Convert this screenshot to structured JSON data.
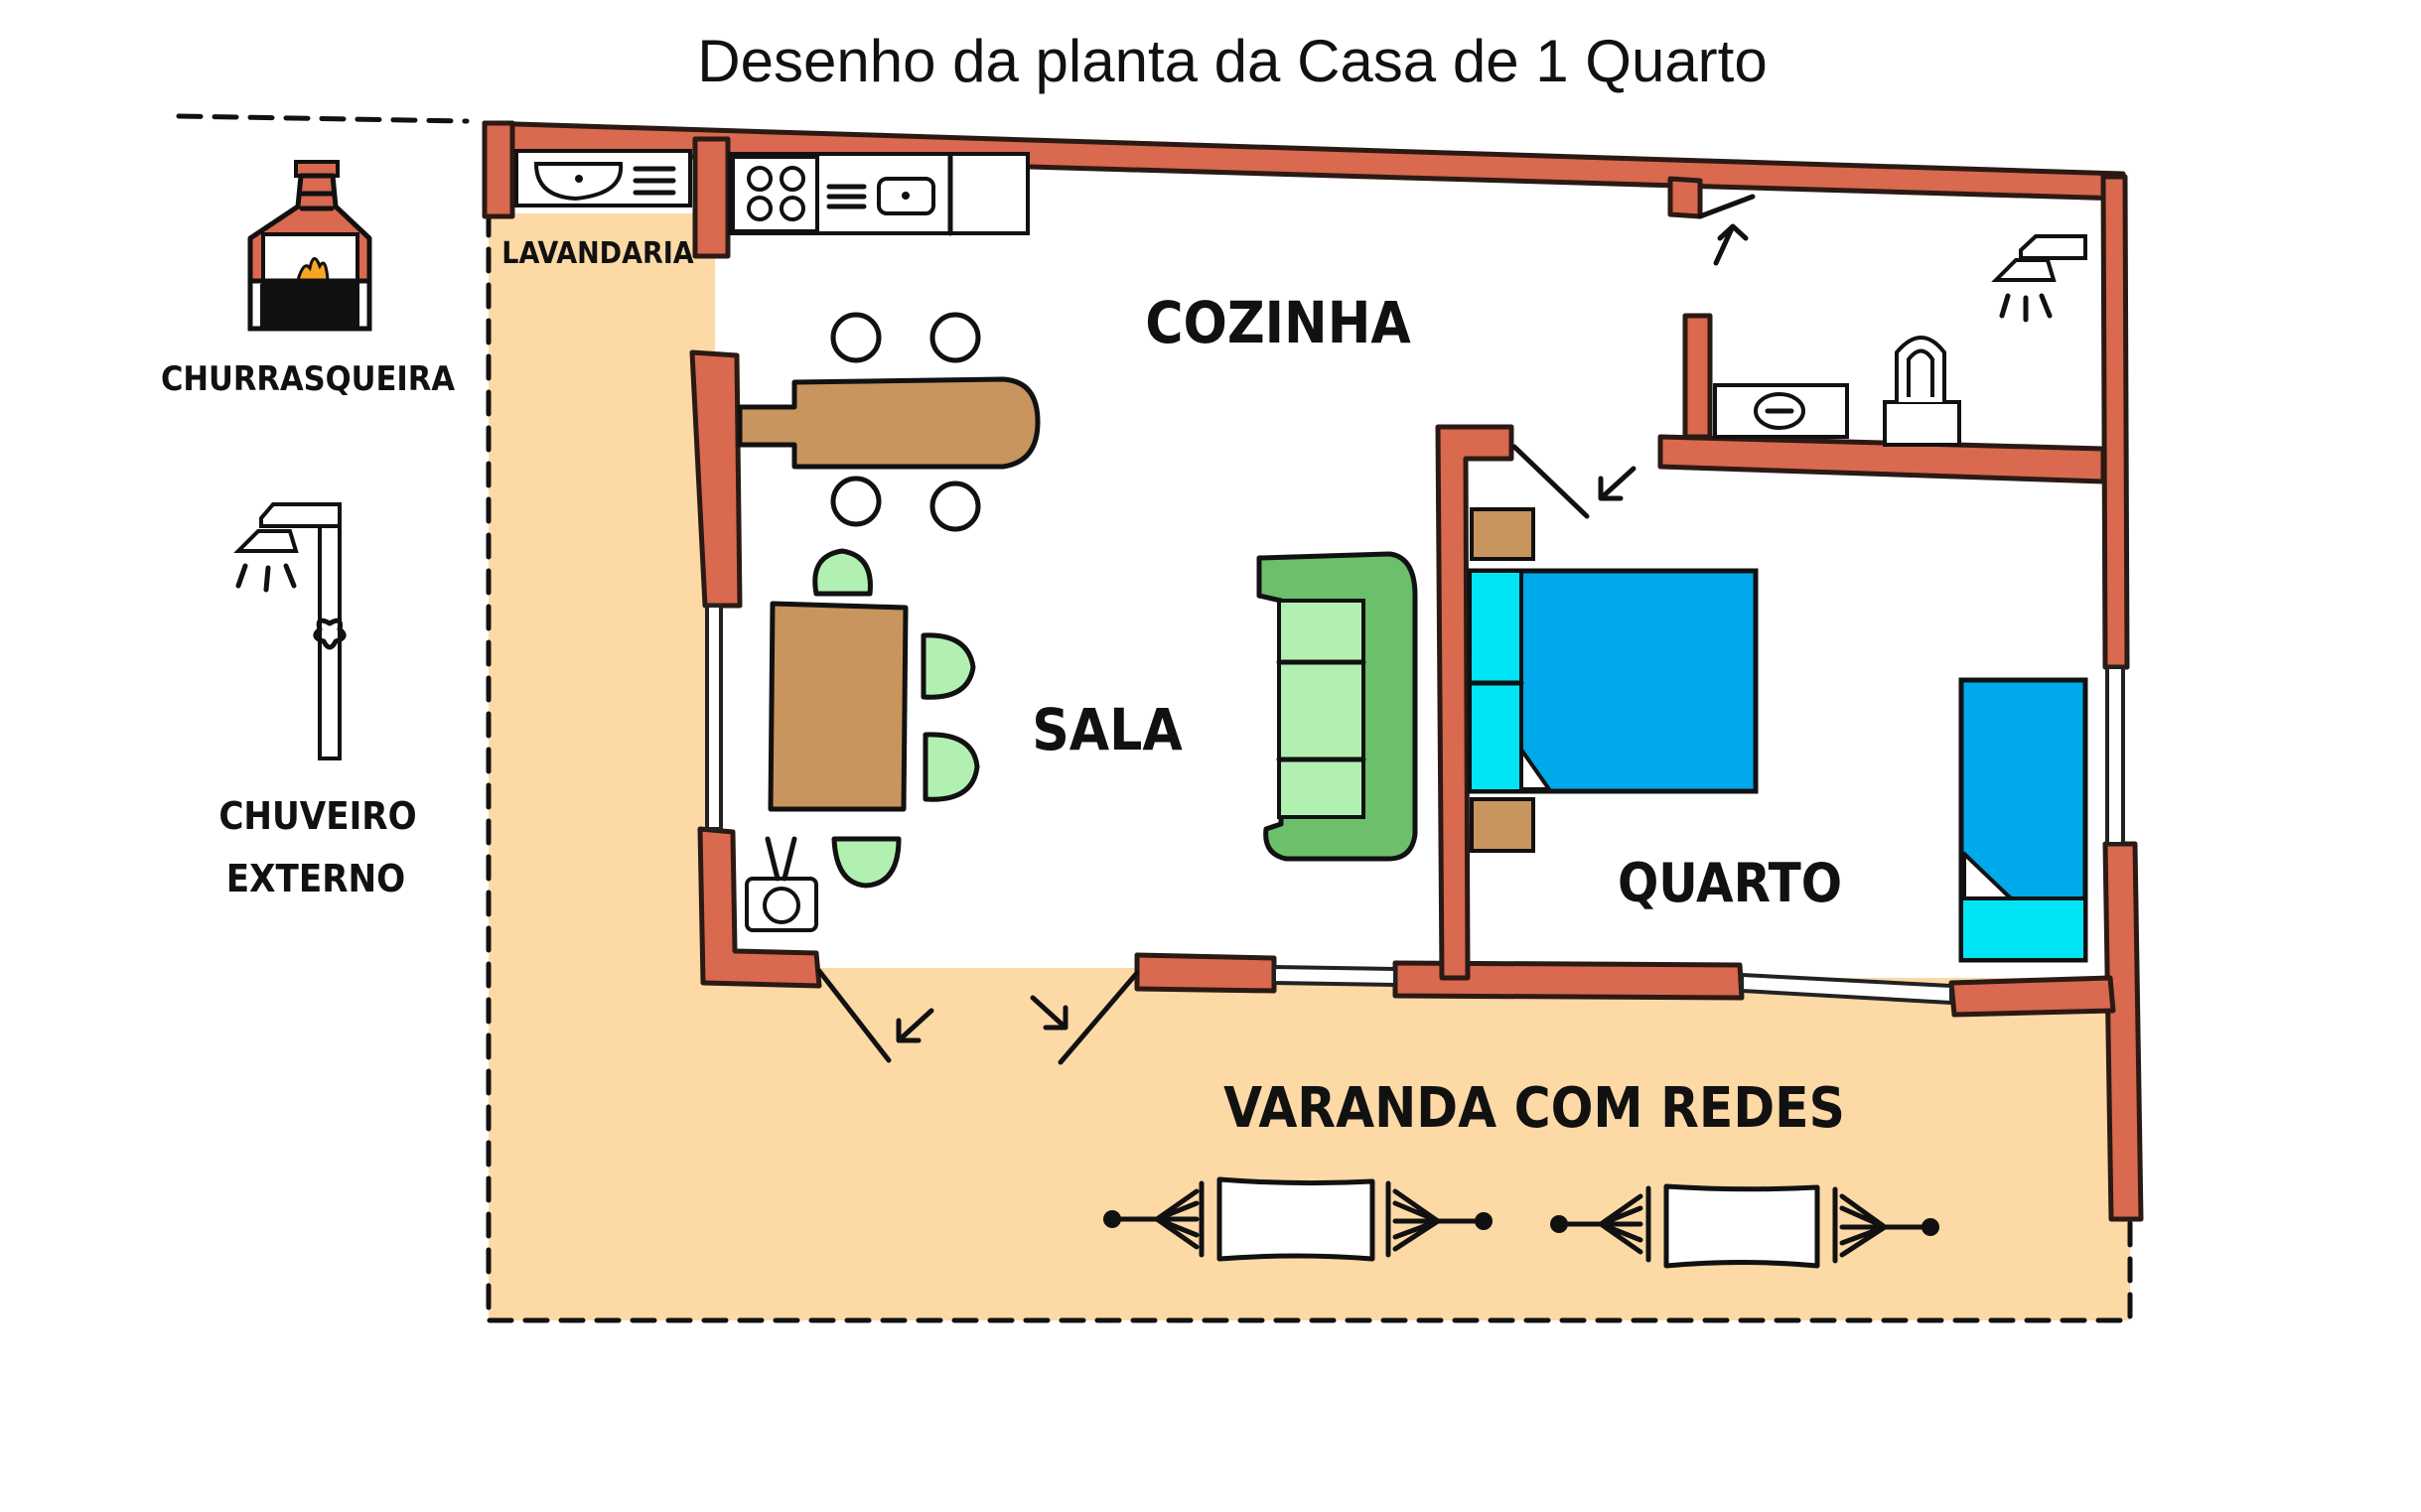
{
  "title": "Desenho da planta da Casa de 1 Quarto",
  "rooms": {
    "lavandaria": "LAVANDARIA",
    "cozinha": "COZINHA",
    "sala": "SALA",
    "quarto": "QUARTO",
    "varanda": "VARANDA COM REDES"
  },
  "outdoor": {
    "churrasqueira": "CHURRASQUEIRA",
    "chuveiro_line1": "CHUVEIRO",
    "chuveiro_line2": "EXTERNO"
  },
  "colors": {
    "wall": "#d9694f",
    "veranda": "#fdd9a6",
    "wood": "#c8955e",
    "sofa": "#6cbf6b",
    "sofa_cushion": "#b2f0b2",
    "bed": "#00aaea",
    "pillow": "#00e5f5",
    "chair": "#b2f0b2",
    "fire": "#f5a623"
  },
  "icons": [
    "grill-icon",
    "outdoor-shower-icon",
    "laundry-sink-icon",
    "stove-icon",
    "kitchen-sink-icon",
    "kitchen-counter-icon",
    "bar-counter-icon",
    "stool-icon",
    "dining-table-icon",
    "chair-icon",
    "tv-icon",
    "sofa-icon",
    "double-bed-icon",
    "single-bed-icon",
    "nightstand-icon",
    "bathroom-sink-icon",
    "toilet-icon",
    "shower-icon",
    "door-arrow-icon",
    "hammock-icon"
  ]
}
